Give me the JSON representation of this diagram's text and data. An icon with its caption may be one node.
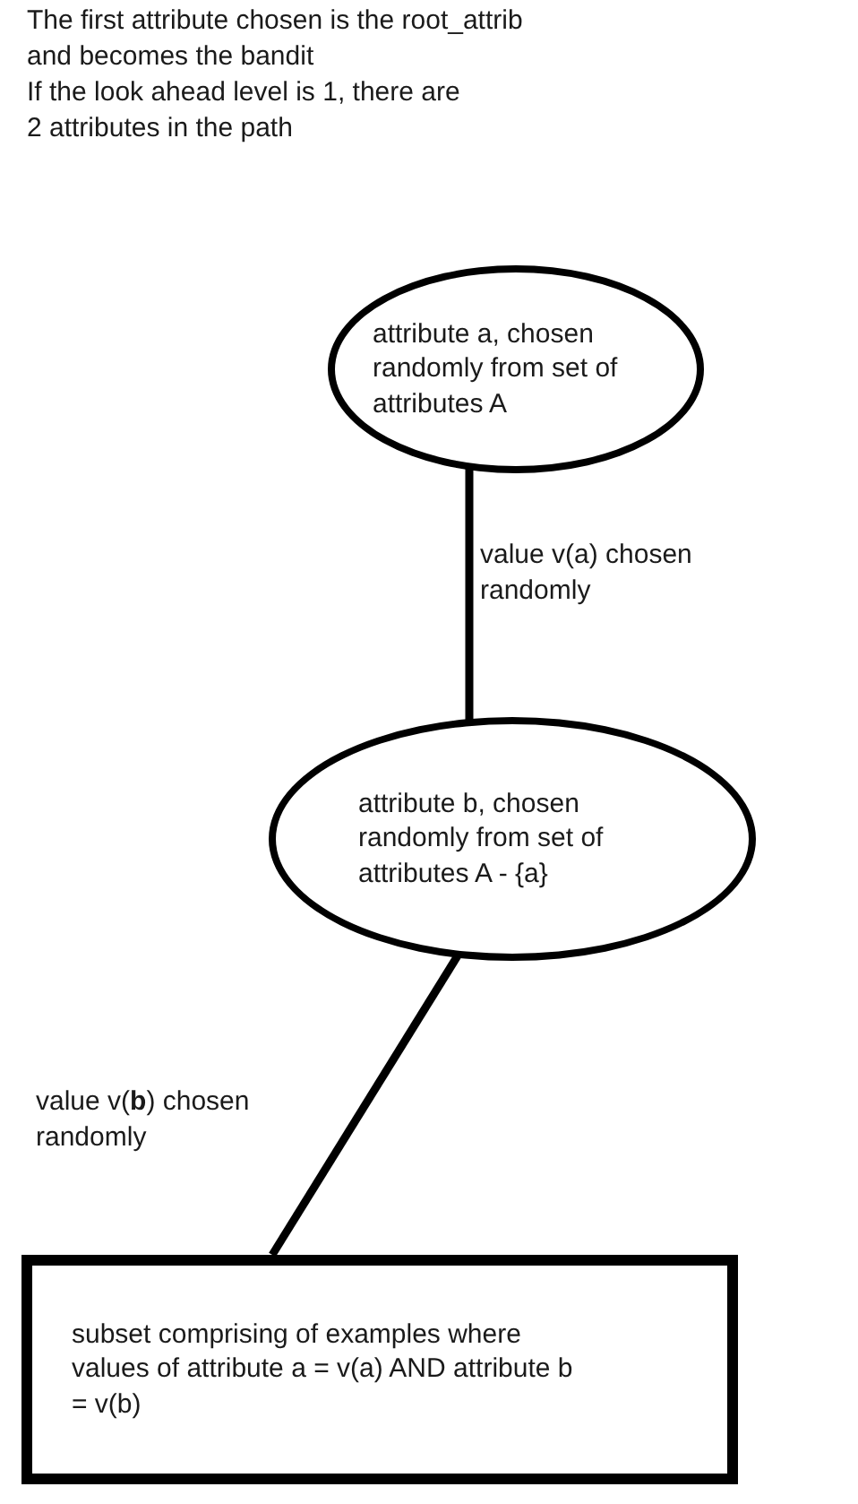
{
  "diagram": {
    "nodes": [
      {
        "text": [
          "attribute a, chosen randomly from set of attributes A"
        ]
      },
      {
        "text": [
          "attribute b, chosen randomly from set of attributes A - {a}"
        ]
      },
      {
        "text": [
          "subset comprising of examples where values of attribute a = v(a) AND attribute b = v(b)"
        ]
      }
    ],
    "edges": [
      {
        "from": 0,
        "to": 1,
        "arrow": "none",
        "label": "value v(a) chosen randomly"
      },
      {
        "from": 1,
        "to": 2,
        "arrow": "none",
        "label": "value v(**b**) chosen randomly"
      }
    ],
    "labels": [
      "The first attribute chosen is the root_attrib and becomes the bandit",
      "If the look ahead level is 1, there are 2 attributes in the path"
    ]
  }
}
